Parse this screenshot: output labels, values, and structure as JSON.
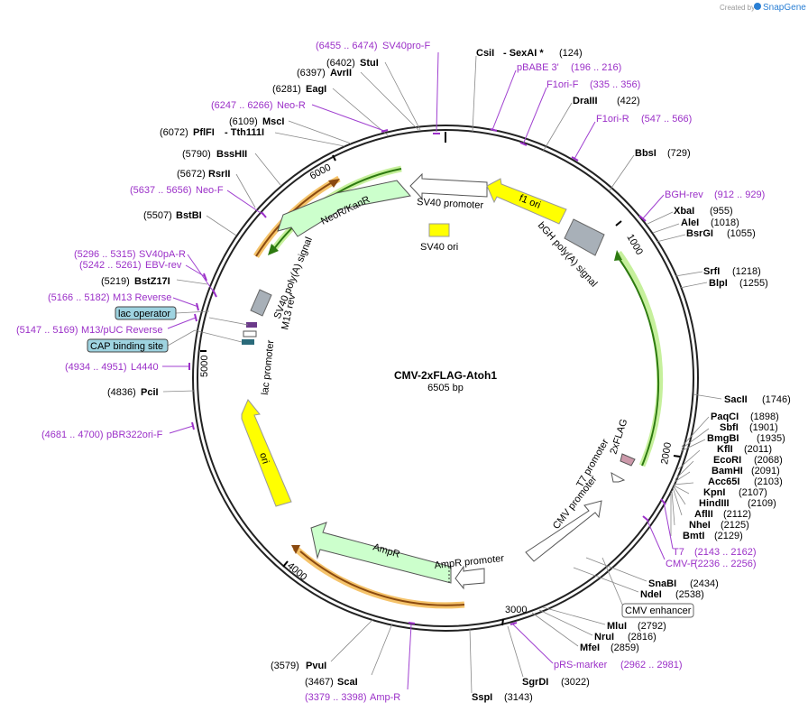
{
  "watermark": {
    "prefix": "Created by",
    "brand": "SnapGene"
  },
  "title": "CMV-2xFLAG-Atoh1",
  "length_label": "6505 bp",
  "tick_labels": [
    "1000",
    "2000",
    "3000",
    "4000",
    "5000",
    "6000"
  ],
  "enzymes": [
    {
      "name": "CsiI",
      "pos": "(124)"
    },
    {
      "name": "- SexAI *",
      "pos": ""
    },
    {
      "name": "DraIII",
      "pos": "(422)"
    },
    {
      "name": "BbsI",
      "pos": "(729)"
    },
    {
      "name": "XbaI",
      "pos": "(955)"
    },
    {
      "name": "AleI",
      "pos": "(1018)"
    },
    {
      "name": "BsrGI",
      "pos": "(1055)"
    },
    {
      "name": "SrfI",
      "pos": "(1218)"
    },
    {
      "name": "BlpI",
      "pos": "(1255)"
    },
    {
      "name": "SacII",
      "pos": "(1746)"
    },
    {
      "name": "PaqCI",
      "pos": "(1898)"
    },
    {
      "name": "SbfI",
      "pos": "(1901)"
    },
    {
      "name": "BmgBI",
      "pos": "(1935)"
    },
    {
      "name": "KflI",
      "pos": "(2011)"
    },
    {
      "name": "EcoRI",
      "pos": "(2068)"
    },
    {
      "name": "BamHI",
      "pos": "(2091)"
    },
    {
      "name": "Acc65I",
      "pos": "(2103)"
    },
    {
      "name": "KpnI",
      "pos": "(2107)"
    },
    {
      "name": "HindIII",
      "pos": "(2109)"
    },
    {
      "name": "AflII",
      "pos": "(2112)"
    },
    {
      "name": "NheI",
      "pos": "(2125)"
    },
    {
      "name": "BmtI",
      "pos": "(2129)"
    },
    {
      "name": "SnaBI",
      "pos": "(2434)"
    },
    {
      "name": "NdeI",
      "pos": "(2538)"
    },
    {
      "name": "MluI",
      "pos": "(2792)"
    },
    {
      "name": "NruI",
      "pos": "(2816)"
    },
    {
      "name": "MfeI",
      "pos": "(2859)"
    },
    {
      "name": "SgrDI",
      "pos": "(3022)"
    },
    {
      "name": "SspI",
      "pos": "(3143)"
    },
    {
      "name": "ScaI",
      "pos": "(3467)"
    },
    {
      "name": "PvuI",
      "pos": "(3579)"
    },
    {
      "name": "PciI",
      "pos": "(4836)"
    },
    {
      "name": "BstZ17I",
      "pos": "(5219)"
    },
    {
      "name": "BstBI",
      "pos": "(5507)"
    },
    {
      "name": "RsrII",
      "pos": "(5672)"
    },
    {
      "name": "BssHII",
      "pos": "(5790)"
    },
    {
      "name": "PflFI",
      "pos": "(6072)"
    },
    {
      "name": "- Tth111I",
      "pos": ""
    },
    {
      "name": "MscI",
      "pos": "(6109)"
    },
    {
      "name": "EagI",
      "pos": "(6281)"
    },
    {
      "name": "AvrII",
      "pos": "(6397)"
    },
    {
      "name": "StuI",
      "pos": "(6402)"
    }
  ],
  "primers": [
    {
      "name": "SV40pro-F",
      "range": "(6455 .. 6474)"
    },
    {
      "name": "pBABE 3'",
      "range": "(196 .. 216)"
    },
    {
      "name": "F1ori-F",
      "range": "(335 .. 356)"
    },
    {
      "name": "F1ori-R",
      "range": "(547 .. 566)"
    },
    {
      "name": "BGH-rev",
      "range": "(912 .. 929)"
    },
    {
      "name": "T7",
      "range": "(2143 .. 2162)"
    },
    {
      "name": "CMV-F",
      "range": "(2236 .. 2256)"
    },
    {
      "name": "pRS-marker",
      "range": "(2962 .. 2981)"
    },
    {
      "name": "Amp-R",
      "range": "(3379 .. 3398)"
    },
    {
      "name": "pBR322ori-F",
      "range": "(4681 .. 4700)"
    },
    {
      "name": "L4440",
      "range": "(4934 .. 4951)"
    },
    {
      "name": "M13/pUC Reverse",
      "range": "(5147 .. 5169)"
    },
    {
      "name": "M13 Reverse",
      "range": "(5166 .. 5182)"
    },
    {
      "name": "EBV-rev",
      "range": "(5242 .. 5261)"
    },
    {
      "name": "SV40pA-R",
      "range": "(5296 .. 5315)"
    },
    {
      "name": "Neo-F",
      "range": "(5637 .. 5656)"
    },
    {
      "name": "Neo-R",
      "range": "(6247 .. 6266)"
    }
  ],
  "boxed_features": {
    "cmv_enhancer": "CMV enhancer",
    "lac_operator": "lac operator",
    "cap_site": "CAP binding site"
  },
  "features": {
    "sv40_promoter": "SV40 promoter",
    "f1_ori": "f1 ori",
    "sv40_ori": "SV40 ori",
    "bgh_polya": "bGH poly(A) signal",
    "neo": "NeoR/KanR",
    "sv40_polya": "SV40 poly(A) signal",
    "m13_rev": "M13 rev",
    "lac_promoter": "lac promoter",
    "ori": "ori",
    "ampr": "AmpR",
    "ampr_promoter": "AmpR promoter",
    "cmv_promoter": "CMV promoter",
    "t7_promoter": "T7 promoter",
    "flag": "2xFLAG"
  },
  "colors": {
    "primer": "#9b30c8",
    "yellow": "#ffff00",
    "green_feature": "#ccffcc",
    "orange_glow": "#f5c36a",
    "green_glow": "#c6f09c"
  }
}
